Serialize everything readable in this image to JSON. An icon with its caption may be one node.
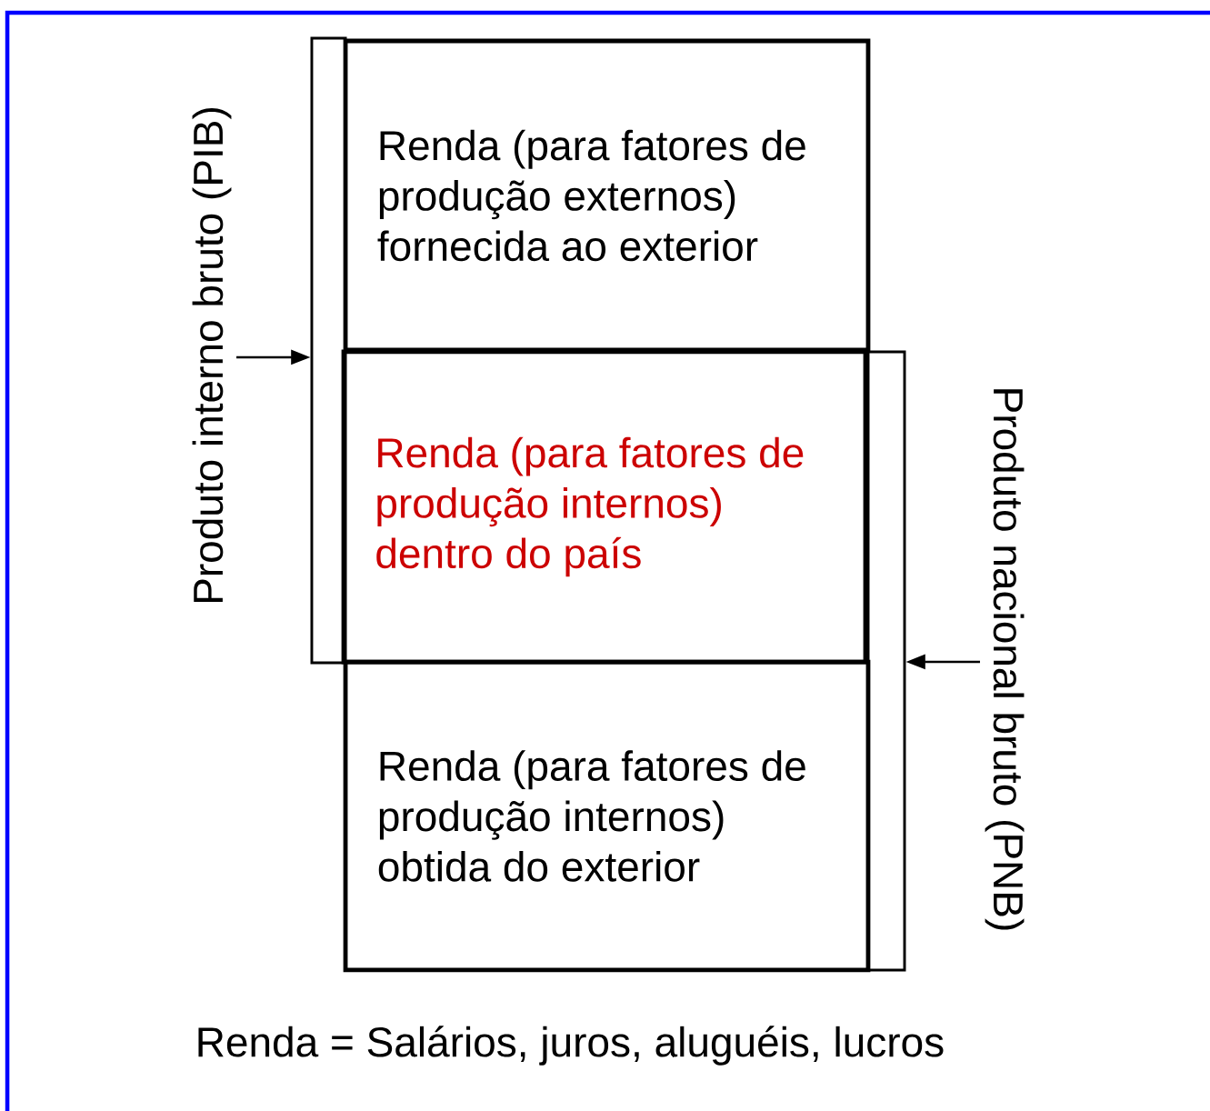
{
  "diagram": {
    "nodes": [
      {
        "text": [
          "Produto interno bruto (PIB)"
        ]
      },
      {
        "text": [],
        "shape": "bar"
      },
      {
        "text": [
          "Renda (para fatores de produção externos) fornecida ao exterior"
        ]
      },
      {
        "text": [
          "Renda (para fatores de produção internos) dentro do país"
        ]
      },
      {
        "text": [
          "Renda (para fatores de produção internos) obtida do exterior"
        ]
      },
      {
        "text": [],
        "shape": "bar"
      },
      {
        "text": [
          "Produto nacional bruto (PNB)"
        ]
      }
    ],
    "edges": [
      {
        "from": 0,
        "to": 1,
        "arrow": "to"
      },
      {
        "from": 6,
        "to": 5,
        "arrow": "to"
      }
    ],
    "labels": [
      "Renda = Salários, juros, aluguéis, lucros"
    ]
  }
}
